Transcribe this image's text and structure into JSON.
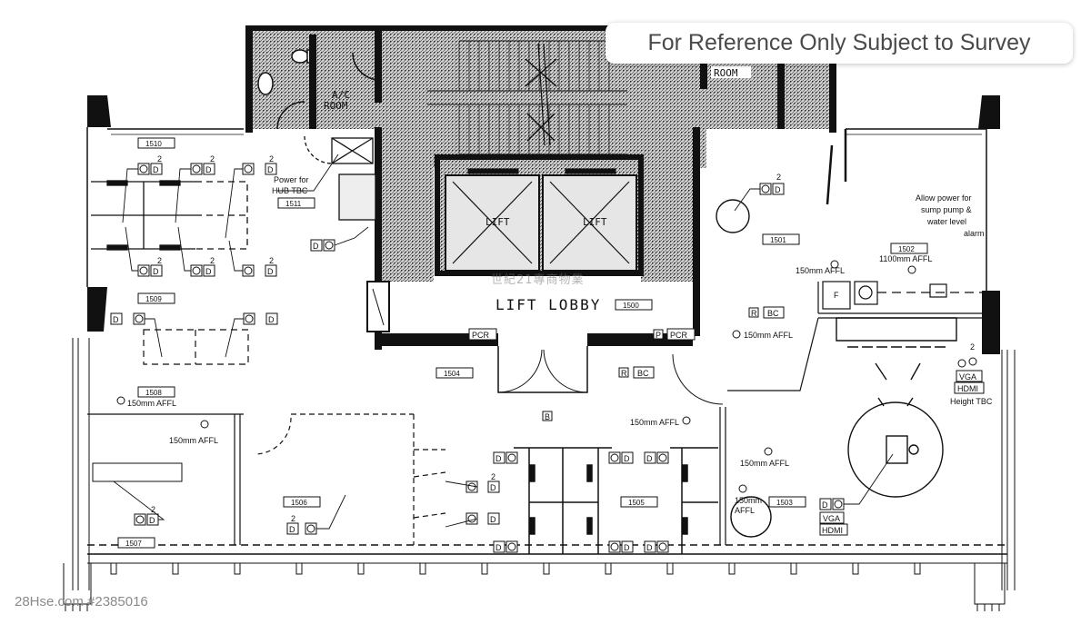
{
  "banner": {
    "text": "For Reference Only Subject to Survey"
  },
  "watermarks": {
    "listing_id": "28Hse.com #2385016",
    "agency": "世紀21專商物業"
  },
  "colors": {
    "wall": "#111111",
    "hatch": "#8c8c8c",
    "line": "#111111",
    "banner_text": "#4a4a4a"
  },
  "core": {
    "ac_room": "A/C ROOM",
    "ac_room_line1": "A/C",
    "ac_room_line2": "ROOM",
    "room_right_partial": "ROOM",
    "lift_1": "LIFT",
    "lift_2": "LIFT",
    "lift_lobby": "LIFT LOBBY"
  },
  "rooms": [
    {
      "id": "1510"
    },
    {
      "id": "1511"
    },
    {
      "id": "1509"
    },
    {
      "id": "1508"
    },
    {
      "id": "1507"
    },
    {
      "id": "1506"
    },
    {
      "id": "1504"
    },
    {
      "id": "1500"
    },
    {
      "id": "1505"
    },
    {
      "id": "1503"
    },
    {
      "id": "1501"
    },
    {
      "id": "1502"
    }
  ],
  "notes": {
    "hub_power_1": "Power for",
    "hub_power_2": "HUB TBC",
    "sump_1": "Allow power for",
    "sump_2": "sump pump &",
    "sump_3": "water level",
    "sump_4": "alarm",
    "affl_150": "150mm AFFL",
    "affl_1100": "1100mm AFFL",
    "height_tbc": "Height TBC",
    "affl_150_a": "150mm",
    "affl_150_b": "AFFL"
  },
  "symbols": {
    "data": "D",
    "circuit": "2",
    "fcu": "F",
    "pcr": "PCR",
    "bc": "BC",
    "r": "R",
    "p": "P",
    "vga": "VGA",
    "hdmi": "HDMI",
    "b": "B"
  }
}
